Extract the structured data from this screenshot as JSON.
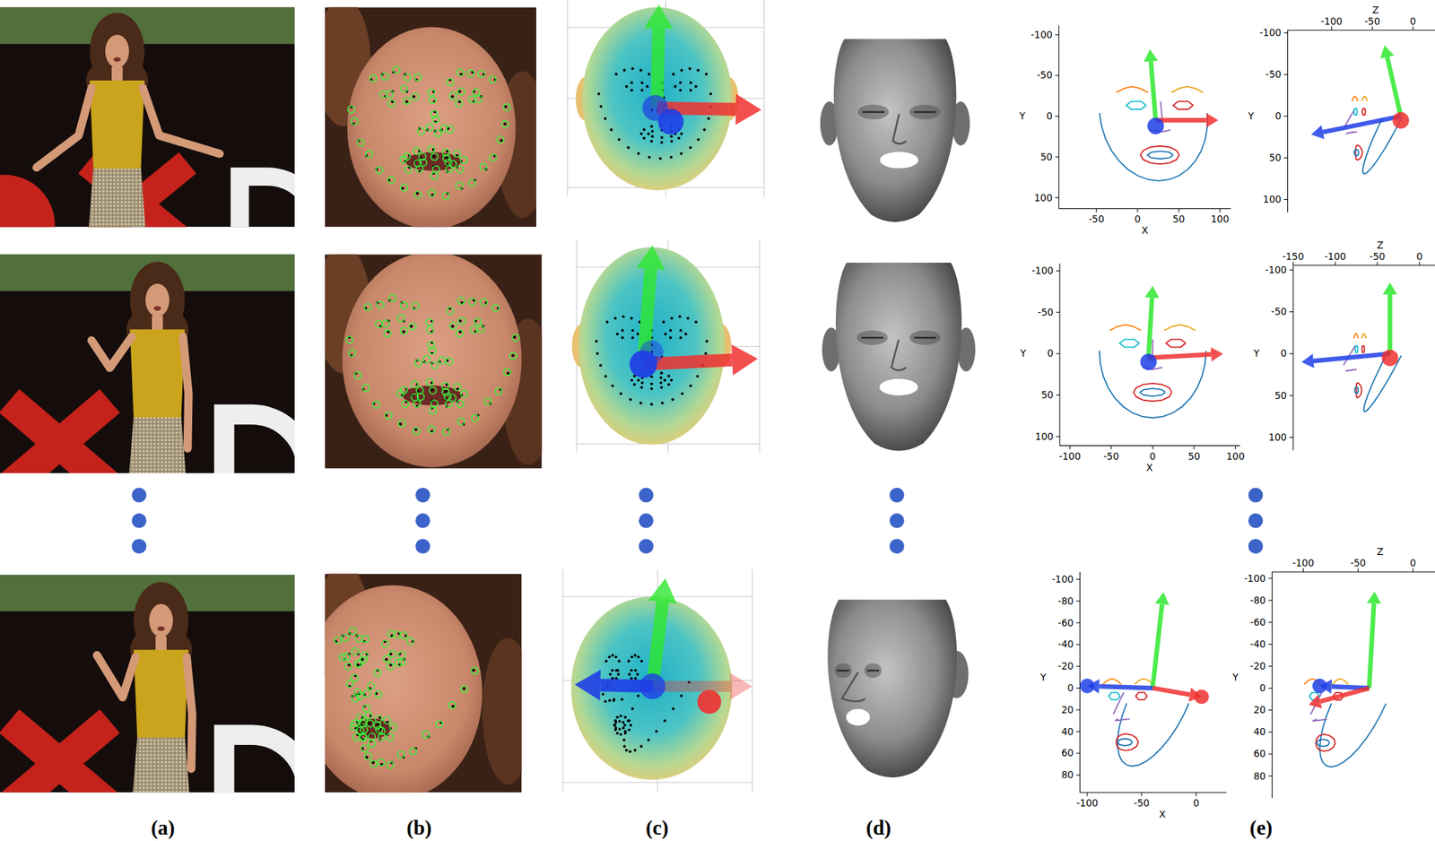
{
  "diagram": {
    "labels": [
      "-100",
      "-50",
      "0",
      "50",
      "100",
      "Y",
      "-50",
      "0",
      "50",
      "100",
      "X",
      "-100",
      "-50",
      "0",
      "50",
      "100",
      "Y",
      "-100",
      "-50",
      "0",
      "Z",
      "-100",
      "-50",
      "0",
      "50",
      "100",
      "Y",
      "-100",
      "-50",
      "0",
      "50",
      "100",
      "X",
      "-100",
      "-50",
      "0",
      "50",
      "100",
      "Y",
      "-150",
      "-100",
      "-50",
      "0",
      "Z",
      "-100",
      "-80",
      "-60",
      "-40",
      "-20",
      "0",
      "20",
      "40",
      "60",
      "80",
      "Y",
      "-100",
      "-50",
      "0",
      "X",
      "-100",
      "-80",
      "-60",
      "-40",
      "-20",
      "0",
      "20",
      "40",
      "60",
      "80",
      "Y",
      "-100",
      "-50",
      "0",
      "Z",
      "(a)",
      "(b)",
      "(c)",
      "(d)",
      "(e)"
    ]
  }
}
